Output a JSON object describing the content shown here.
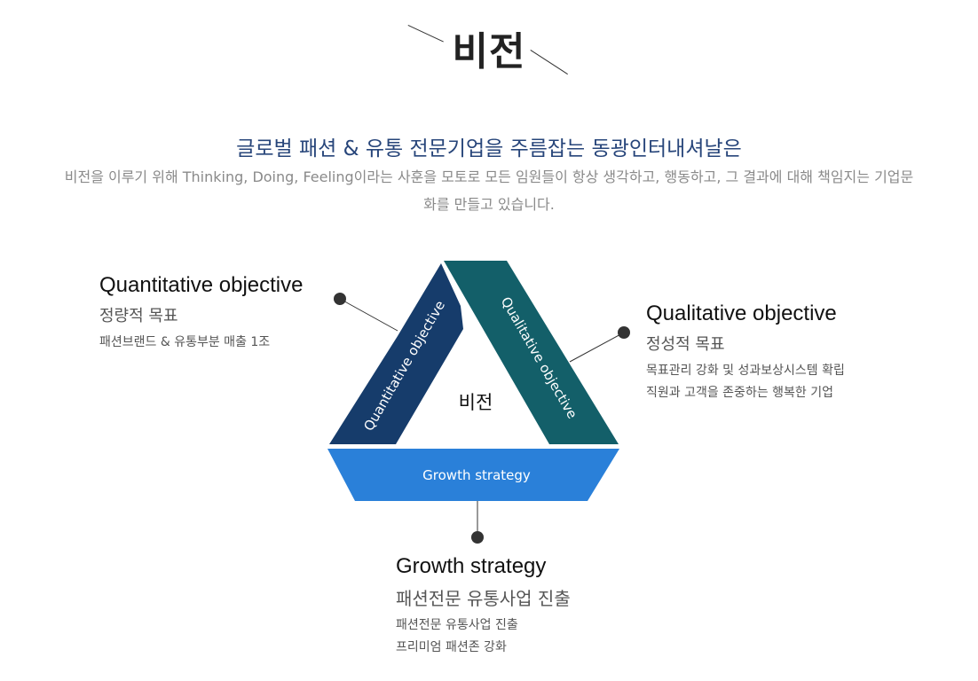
{
  "title": "비전",
  "headline": "글로벌 패션 & 유통 전문기업을 주름잡는 동광인터내셔날은",
  "description_line1": "비전을 이루기 위해 Thinking, Doing, Feeling이라는 사훈을 모토로 모든 임원들이 항상 생각하고, 행동하고, 그 결과에 대해 책임지는 기업문",
  "description_line2": "화를 만들고 있습니다.",
  "diagram": {
    "center_label": "비전",
    "left_band_label": "Quantitative objective",
    "right_band_label": "Qualitative objective",
    "bottom_band_label": "Growth strategy",
    "colors": {
      "left_band": "#163c6b",
      "right_band": "#135f69",
      "bottom_band": "#2a80d9",
      "connector": "#333333"
    }
  },
  "quantitative": {
    "title_en": "Quantitative objective",
    "title_ko": "정량적 목표",
    "details": [
      "패션브랜드 & 유통부분 매출 1조"
    ]
  },
  "qualitative": {
    "title_en": "Qualitative objective",
    "title_ko": "정성적 목표",
    "details": [
      "목표관리 강화 및 성과보상시스템 확립",
      "직원과 고객을 존중하는 행복한 기업"
    ]
  },
  "growth": {
    "title_en": "Growth strategy",
    "title_ko": "패션전문 유통사업 진출",
    "details": [
      "패션전문 유통사업 진출",
      "프리미엄 패션존 강화"
    ]
  }
}
